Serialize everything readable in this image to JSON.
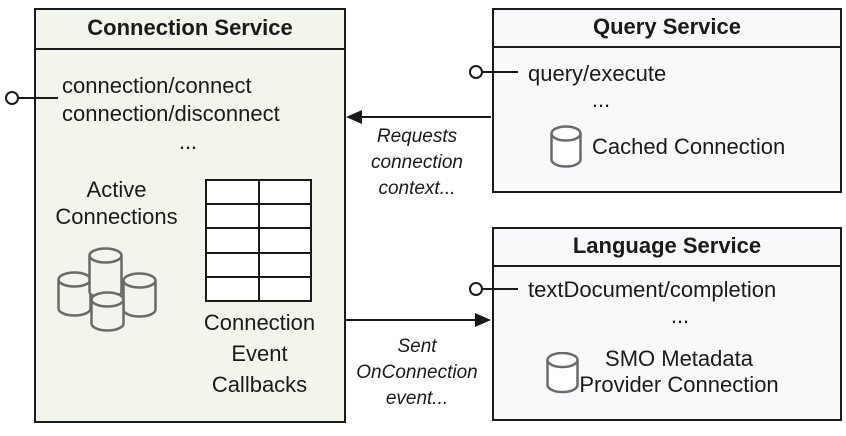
{
  "colors": {
    "connection_fill": "#f2f5eb",
    "service_fill": "#f9f9fb",
    "border": "#1a1a1a",
    "cylinder_stroke": "#6a6a6a"
  },
  "connection_service": {
    "title": "Connection Service",
    "methods": [
      "connection/connect",
      "connection/disconnect"
    ],
    "ellipsis": "...",
    "active_connections_lines": [
      "Active",
      "Connections"
    ],
    "callbacks_lines": [
      "Connection",
      "Event",
      "Callbacks"
    ]
  },
  "query_service": {
    "title": "Query Service",
    "methods": [
      "query/execute"
    ],
    "ellipsis": "...",
    "db_label": "Cached Connection"
  },
  "language_service": {
    "title": "Language Service",
    "methods": [
      "textDocument/completion"
    ],
    "ellipsis": "...",
    "db_label_lines": [
      "SMO Metadata",
      "Provider Connection"
    ]
  },
  "annotations": {
    "requests_lines": [
      "Requests",
      "connection",
      "context..."
    ],
    "sent_lines": [
      "Sent",
      "OnConnection",
      "event..."
    ]
  },
  "icons": {
    "active_connections": "database-cluster-icon",
    "callbacks": "table-grid-icon",
    "cached_connection": "database-icon",
    "smo_metadata": "database-icon",
    "interface_ports": "lollipop-interface-icon",
    "requests_connector": "arrow-left-icon",
    "sent_connector": "arrow-right-icon"
  }
}
